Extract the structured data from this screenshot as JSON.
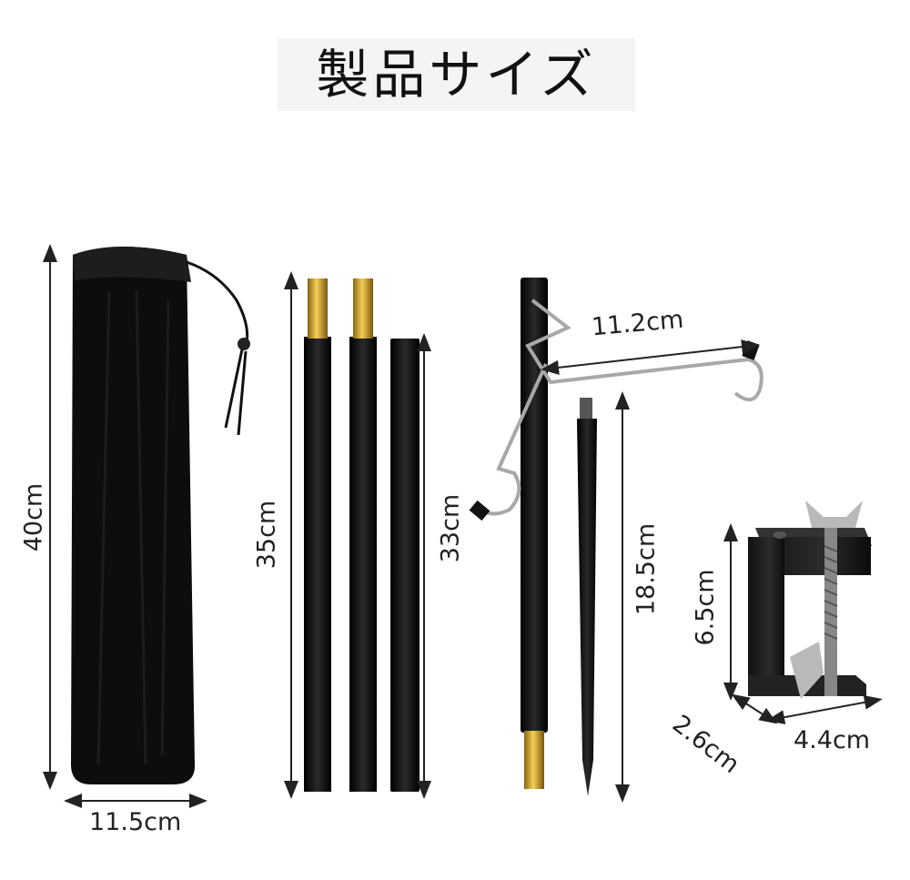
{
  "title": "製品サイズ",
  "dimensions": {
    "bag_height": "40cm",
    "bag_width": "11.5cm",
    "long_pole": "35cm",
    "short_pole": "33cm",
    "hook_width": "11.2cm",
    "spike_length": "18.5cm",
    "clamp_height": "6.5cm",
    "clamp_depth": "2.6cm",
    "clamp_width": "4.4cm"
  },
  "colors": {
    "pole": "#111111",
    "brass": "#c8a030",
    "steel": "#9a9a9a",
    "bag": "#0d0d0d"
  }
}
